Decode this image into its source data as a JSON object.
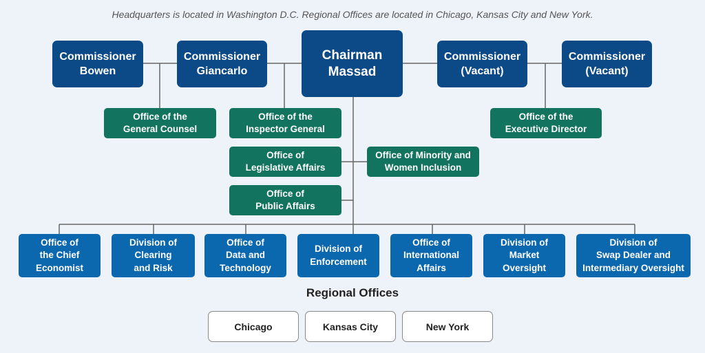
{
  "note": "Headquarters is located in Washington D.C. Regional Offices are located in Chicago, Kansas City and New York.",
  "commission": {
    "bowen": "Commissioner\nBowen",
    "giancarlo": "Commissioner\nGiancarlo",
    "chairman": "Chairman\nMassad",
    "vacant1": "Commissioner\n(Vacant)",
    "vacant2": "Commissioner\n(Vacant)"
  },
  "offices": {
    "general_counsel": "Office of the\nGeneral Counsel",
    "inspector_general": "Office of the\nInspector General",
    "executive_director": "Office of the\nExecutive Director",
    "legislative": "Office of\nLegislative Affairs",
    "minority": "Office of Minority and\nWomen Inclusion",
    "public": "Office of\nPublic Affairs"
  },
  "divisions": [
    "Office of\nthe Chief\nEconomist",
    "Division of\nClearing\nand Risk",
    "Office of\nData and\nTechnology",
    "Division of\nEnforcement",
    "Office of\nInternational\nAffairs",
    "Division of\nMarket\nOversight",
    "Division of\nSwap Dealer and\nIntermediary Oversight"
  ],
  "regional": {
    "heading": "Regional Offices",
    "offices": [
      "Chicago",
      "Kansas City",
      "New York"
    ]
  },
  "colors": {
    "commission": "#0b4a87",
    "office": "#12735f",
    "division": "#0b67ae",
    "line": "#666666"
  }
}
